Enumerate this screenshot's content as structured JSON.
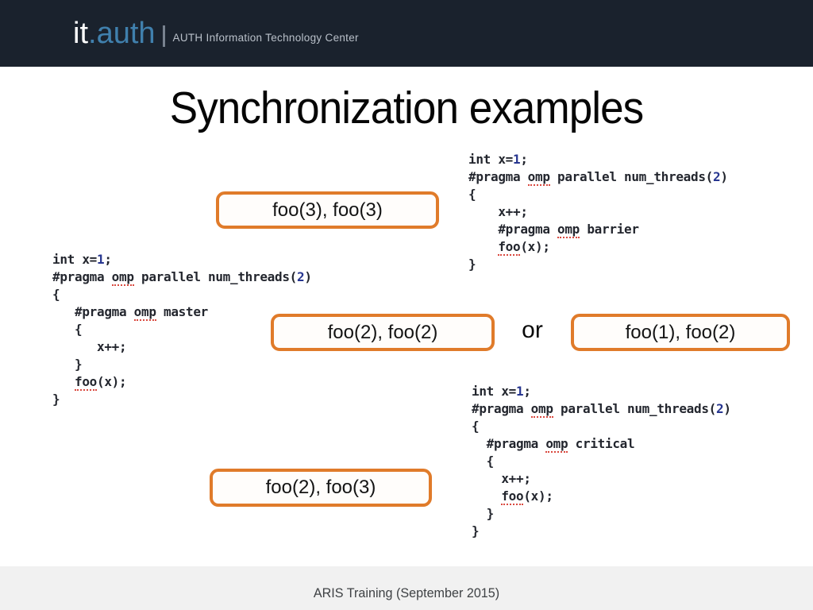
{
  "header": {
    "logo": {
      "primary": "it",
      "dot": ".",
      "secondary": "auth"
    },
    "subtitle": "AUTH Information Technology Center"
  },
  "slide": {
    "title": "Synchronization examples",
    "or_label": "or",
    "boxes": {
      "top": "foo(3), foo(3)",
      "middle_left": "foo(2), foo(2)",
      "middle_right": "foo(1), foo(2)",
      "bottom": "foo(2), foo(3)"
    },
    "code_blocks": {
      "master": [
        [
          {
            "t": "int x="
          },
          {
            "t": "1",
            "c": "num"
          },
          {
            "t": ";"
          }
        ],
        [
          {
            "t": "#pragma "
          },
          {
            "t": "omp",
            "c": "sq"
          },
          {
            "t": " parallel num_threads("
          },
          {
            "t": "2",
            "c": "num"
          },
          {
            "t": ")"
          }
        ],
        [
          {
            "t": "{"
          }
        ],
        [
          {
            "t": "   #pragma "
          },
          {
            "t": "omp",
            "c": "sq"
          },
          {
            "t": " master"
          }
        ],
        [
          {
            "t": "   {"
          }
        ],
        [
          {
            "t": "      x++;"
          }
        ],
        [
          {
            "t": "   }"
          }
        ],
        [
          {
            "t": "   "
          },
          {
            "t": "foo",
            "c": "sq"
          },
          {
            "t": "(x);"
          }
        ],
        [
          {
            "t": "}"
          }
        ]
      ],
      "barrier": [
        [
          {
            "t": "int x="
          },
          {
            "t": "1",
            "c": "num"
          },
          {
            "t": ";"
          }
        ],
        [
          {
            "t": "#pragma "
          },
          {
            "t": "omp",
            "c": "sq"
          },
          {
            "t": " parallel num_threads("
          },
          {
            "t": "2",
            "c": "num"
          },
          {
            "t": ")"
          }
        ],
        [
          {
            "t": "{"
          }
        ],
        [
          {
            "t": "    x++;"
          }
        ],
        [
          {
            "t": "    #pragma "
          },
          {
            "t": "omp",
            "c": "sq"
          },
          {
            "t": " barrier"
          }
        ],
        [
          {
            "t": "    "
          },
          {
            "t": "foo",
            "c": "sq"
          },
          {
            "t": "(x);"
          }
        ],
        [
          {
            "t": "}"
          }
        ]
      ],
      "critical": [
        [
          {
            "t": "int x="
          },
          {
            "t": "1",
            "c": "num"
          },
          {
            "t": ";"
          }
        ],
        [
          {
            "t": "#pragma "
          },
          {
            "t": "omp",
            "c": "sq"
          },
          {
            "t": " parallel num_threads("
          },
          {
            "t": "2",
            "c": "num"
          },
          {
            "t": ")"
          }
        ],
        [
          {
            "t": "{"
          }
        ],
        [
          {
            "t": "  #pragma "
          },
          {
            "t": "omp",
            "c": "sq"
          },
          {
            "t": " critical"
          }
        ],
        [
          {
            "t": "  {"
          }
        ],
        [
          {
            "t": "    x++;"
          }
        ],
        [
          {
            "t": "    "
          },
          {
            "t": "foo",
            "c": "sq"
          },
          {
            "t": "(x);"
          }
        ],
        [
          {
            "t": "  }"
          }
        ],
        [
          {
            "t": "}"
          }
        ]
      ]
    }
  },
  "footer": {
    "text": "ARIS Training (September 2015)"
  },
  "colors": {
    "header_bg": "#1a222d",
    "logo_blue": "#4080ad",
    "accent_orange": "#e07b2a",
    "squiggle_red": "#d9493f",
    "number_blue": "#273690",
    "footer_bg": "#f1f1f1"
  }
}
